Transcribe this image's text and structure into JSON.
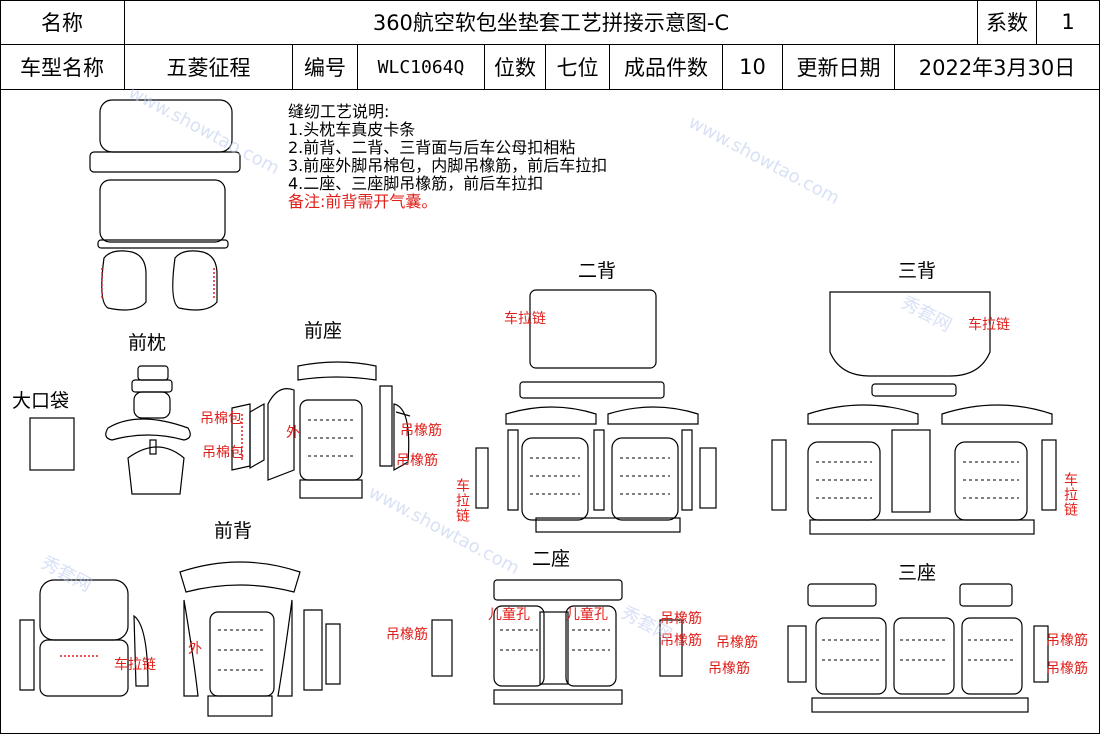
{
  "header": {
    "name_label": "名称",
    "title": "360航空软包坐垫套工艺拼接示意图-C",
    "series_label": "系数",
    "series_value": "1",
    "model_label": "车型名称",
    "model_value": "五菱征程",
    "code_label": "编号",
    "code_value": "WLC1064Q",
    "seats_label": "位数",
    "seats_value": "七位",
    "pieces_label": "成品件数",
    "pieces_value": "10",
    "updated_label": "更新日期",
    "updated_value": "2022年3月30日"
  },
  "notes": {
    "heading": "缝纫工艺说明:",
    "items": [
      "1.头枕车真皮卡条",
      "2.前背、二背、三背面与后车公母扣相粘",
      "3.前座外脚吊棉包，内脚吊橡筋，前后车拉扣",
      "4.二座、三座脚吊橡筋，前后车拉扣"
    ],
    "remark": "备注:前背需开气囊。"
  },
  "sections": {
    "front_pillow": "前枕",
    "front_seat": "前座",
    "big_pocket": "大口袋",
    "second_back": "二背",
    "third_back": "三背",
    "front_back": "前背",
    "second_seat": "二座",
    "third_seat": "三座"
  },
  "annotations": {
    "zipper": "车拉链",
    "cotton_pack": "吊棉包",
    "outer": "外",
    "elastic": "吊橡筋",
    "child_hole": "儿童孔"
  },
  "watermark": {
    "site": "www.showtao.com",
    "brand": "秀套网"
  }
}
